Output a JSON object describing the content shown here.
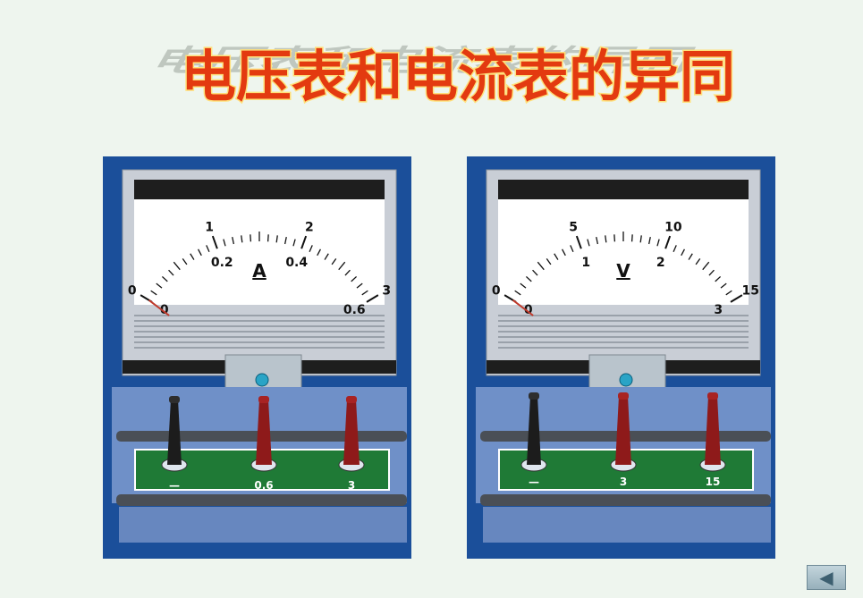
{
  "title": "电压表和电流表的异同",
  "colors": {
    "title_fill": "#e33a10",
    "title_stroke": "#ffe07a",
    "panel_blue": "#1b4f9a",
    "terminal_green": "#1f7a36",
    "background": "#eef5ee"
  },
  "ammeter": {
    "unit": "A",
    "outer_labels": [
      "0",
      "1",
      "2",
      "3"
    ],
    "inner_labels": [
      "0",
      "0.2",
      "0.4",
      "0.6"
    ],
    "terminals": [
      "—",
      "0.6",
      "3"
    ],
    "reading": 0
  },
  "voltmeter": {
    "unit": "V",
    "outer_labels": [
      "0",
      "5",
      "10",
      "15"
    ],
    "inner_labels": [
      "0",
      "1",
      "2",
      "3"
    ],
    "terminals": [
      "—",
      "3",
      "15"
    ],
    "reading": 0
  },
  "nav": {
    "back_icon": "back-arrow-icon",
    "back_glyph": "◀"
  }
}
